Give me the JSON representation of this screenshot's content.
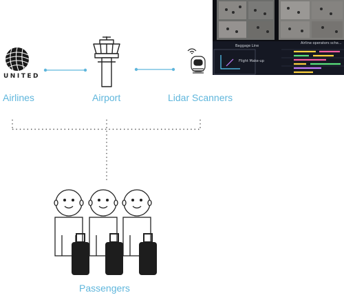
{
  "nodes": {
    "airlines": {
      "label": "Airlines",
      "logo_text": "UNITED"
    },
    "airport": {
      "label": "Airport"
    },
    "lidar": {
      "label": "Lidar Scanners"
    },
    "passengers": {
      "label": "Passengers"
    }
  },
  "screen": {
    "panel_left_title": "Baggage Line",
    "panel_left_sub": "Flight Make-up",
    "panel_right_title": "Airline operators sche..."
  },
  "colors": {
    "accent": "#5fb6dc",
    "line": "#555555",
    "figure": "#222222"
  },
  "icons": [
    "united-globe-icon",
    "control-tower-icon",
    "lidar-scanner-icon",
    "passenger-icon",
    "suitcase-icon"
  ]
}
